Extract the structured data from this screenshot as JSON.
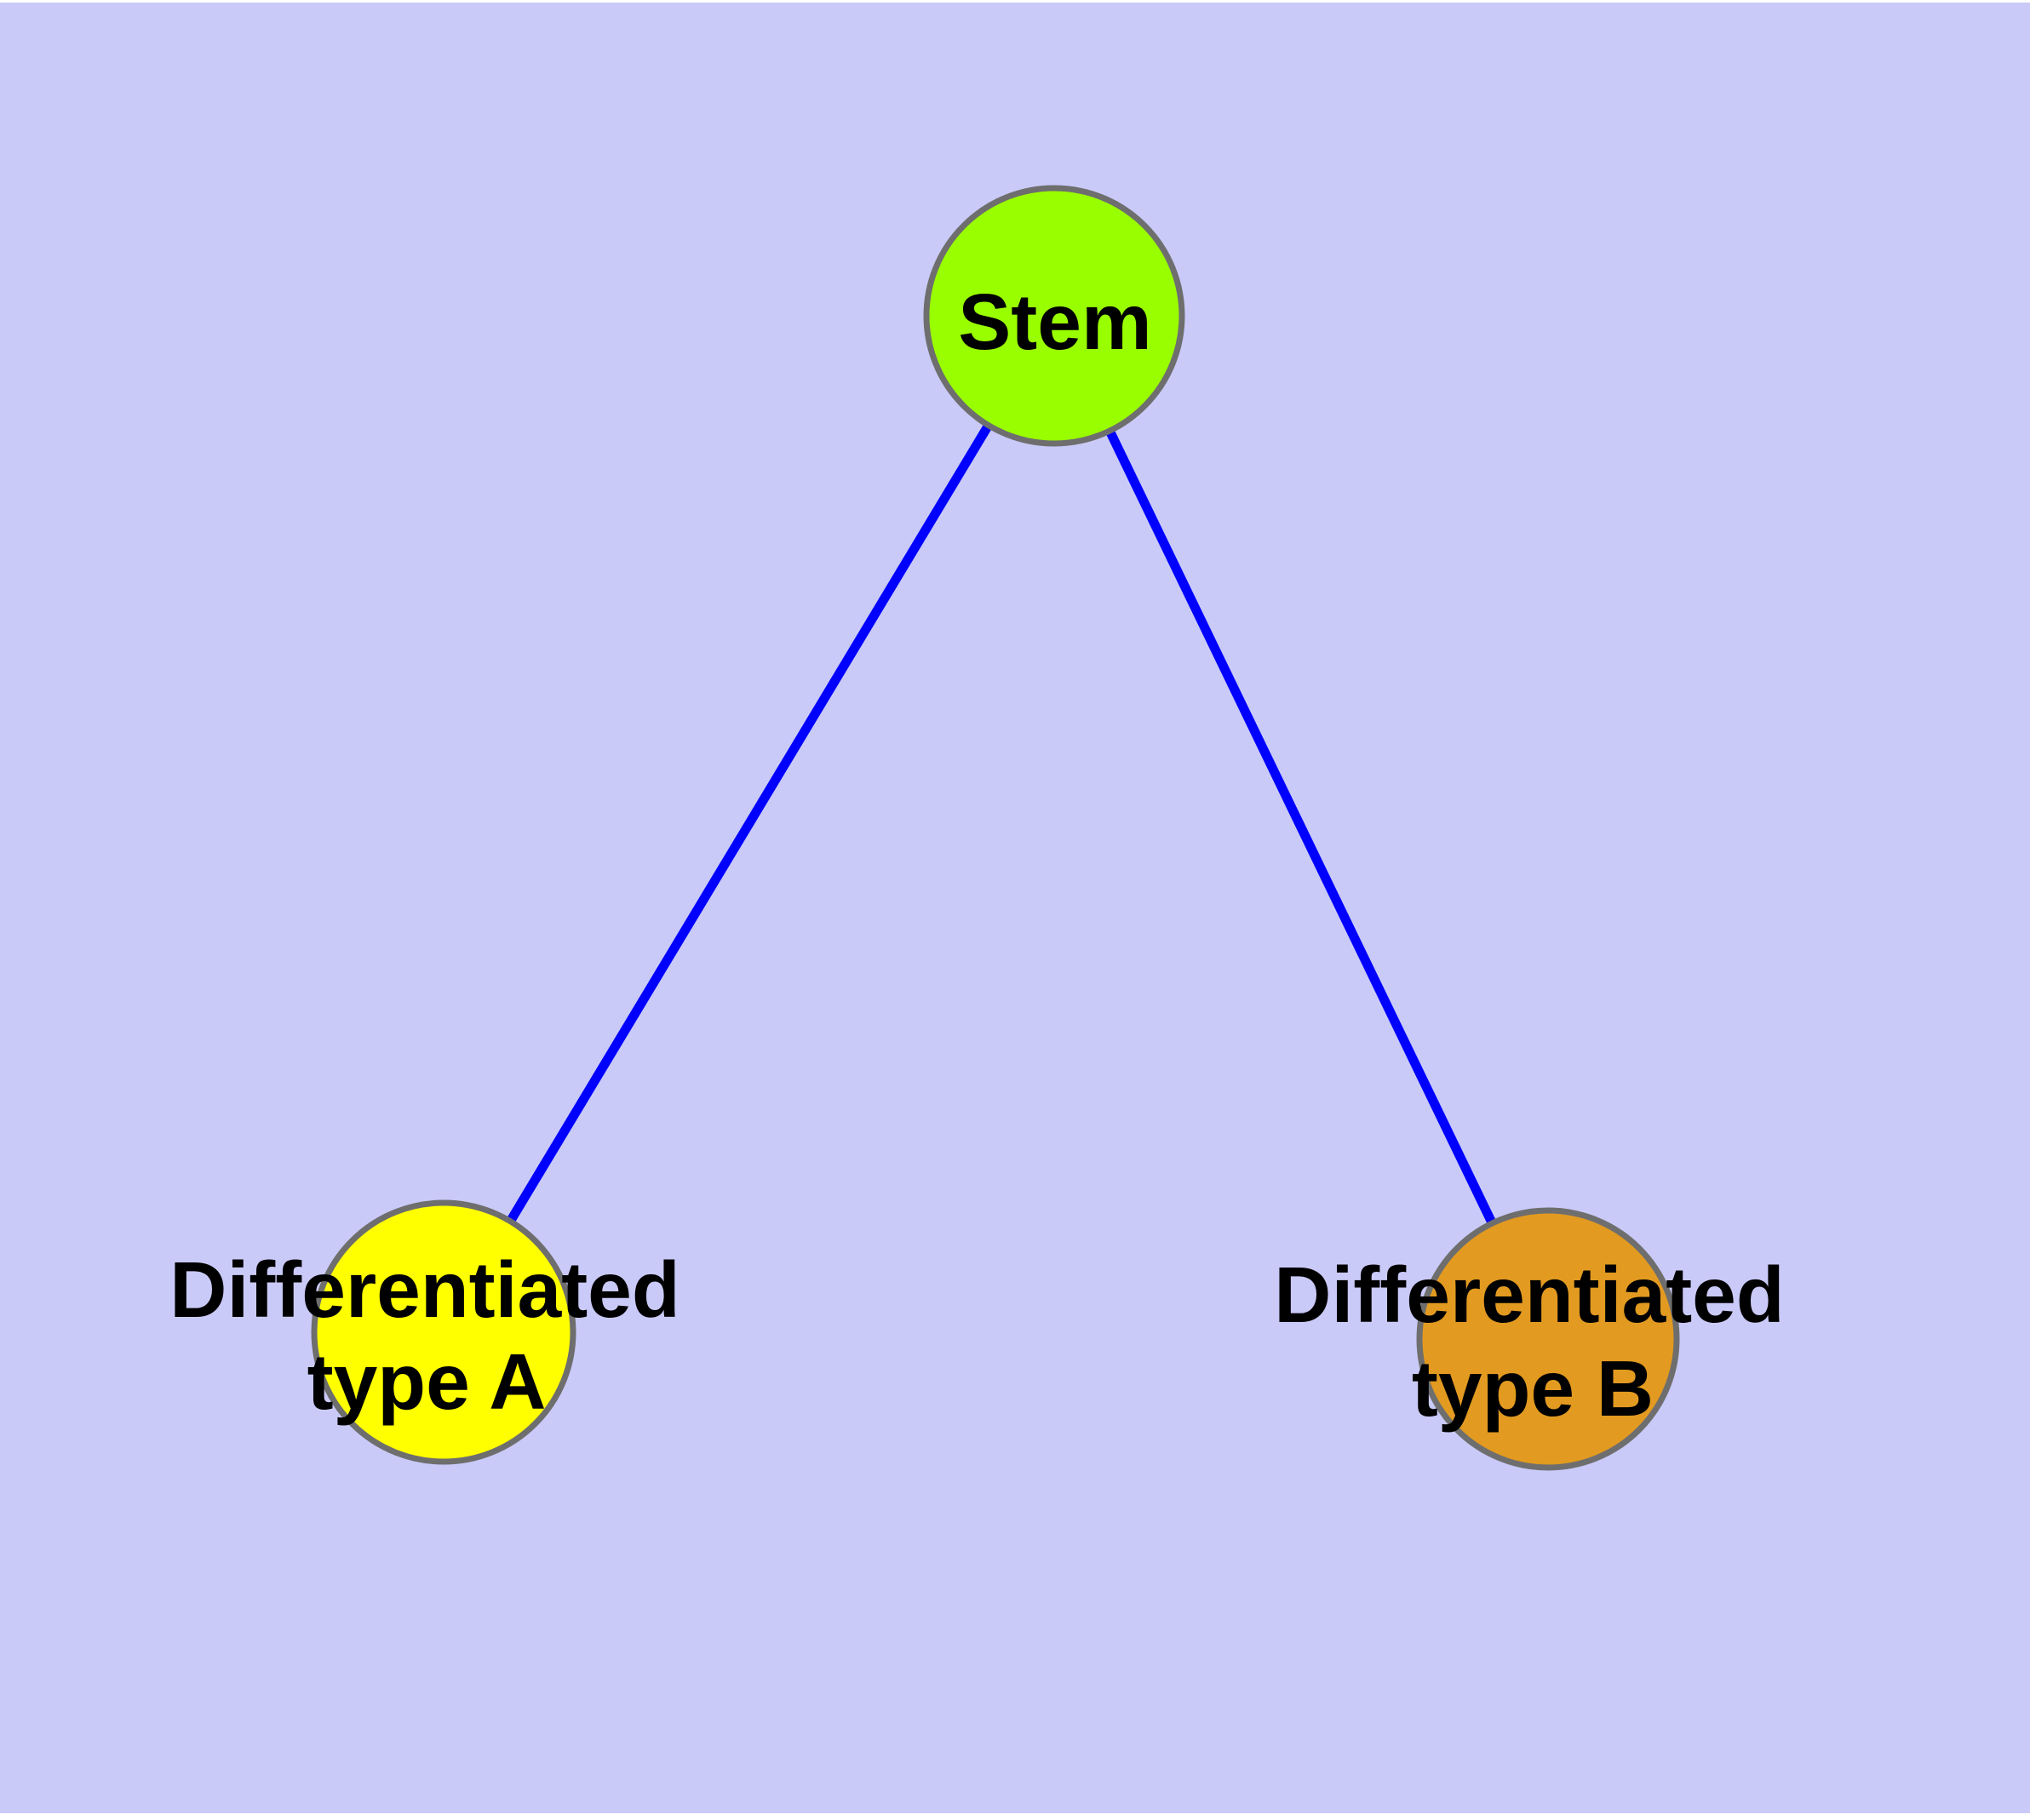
{
  "diagram": {
    "background_color": "#CACAF8",
    "edge_color": "#0000FF",
    "node_border_color": "#6e6e6e",
    "label_color": "#000000",
    "nodes": {
      "stem": {
        "label": "Stem",
        "color": "#99FF00"
      },
      "typeA": {
        "label_line1": "Differentiated",
        "label_line2": "type A",
        "label_full": "Differentiated type A",
        "color": "#FFFF00"
      },
      "typeB": {
        "label_line1": "Differentiated",
        "label_line2": "type B",
        "label_full": "Differentiated type B",
        "color": "#E29A20"
      }
    },
    "edges": [
      {
        "from": "Stem",
        "to": "Differentiated type A"
      },
      {
        "from": "Stem",
        "to": "Differentiated type B"
      }
    ]
  }
}
